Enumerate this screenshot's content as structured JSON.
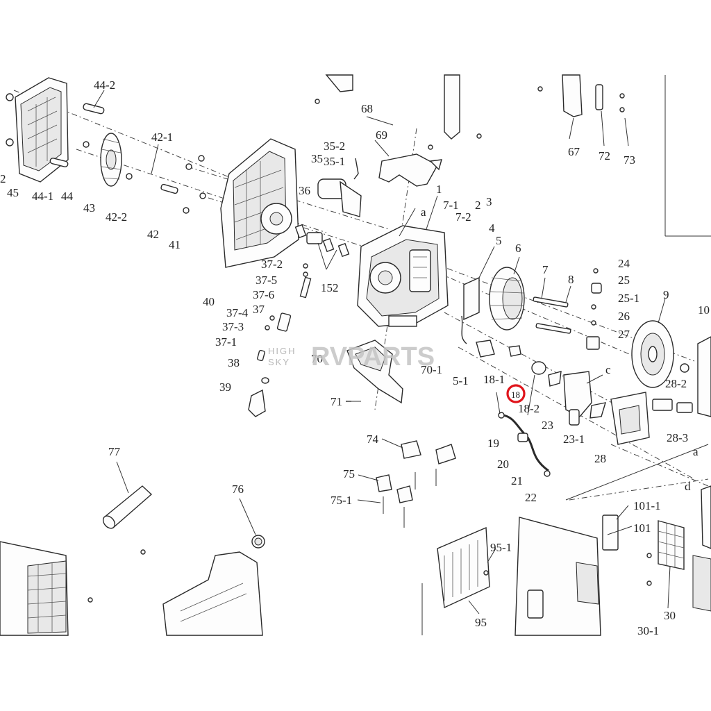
{
  "diagram": {
    "labels": [
      {
        "id": "p44_2",
        "text": "44-2"
      },
      {
        "id": "p45",
        "text": "45"
      },
      {
        "id": "p44_1",
        "text": "44-1"
      },
      {
        "id": "p44",
        "text": "44"
      },
      {
        "id": "p2a",
        "text": "2"
      },
      {
        "id": "p43",
        "text": "43"
      },
      {
        "id": "p42_1",
        "text": "42-1"
      },
      {
        "id": "p42_2",
        "text": "42-2"
      },
      {
        "id": "p42",
        "text": "42"
      },
      {
        "id": "p41",
        "text": "41"
      },
      {
        "id": "p40",
        "text": "40"
      },
      {
        "id": "p68",
        "text": "68"
      },
      {
        "id": "p69",
        "text": "69"
      },
      {
        "id": "p35_2",
        "text": "35-2"
      },
      {
        "id": "p35",
        "text": "35"
      },
      {
        "id": "p35_1",
        "text": "35-1"
      },
      {
        "id": "p36",
        "text": "36"
      },
      {
        "id": "p1",
        "text": "1"
      },
      {
        "id": "pa1",
        "text": "a"
      },
      {
        "id": "p7_1",
        "text": "7-1"
      },
      {
        "id": "p7_2",
        "text": "7-2"
      },
      {
        "id": "p2b",
        "text": "2"
      },
      {
        "id": "p3",
        "text": "3"
      },
      {
        "id": "p4",
        "text": "4"
      },
      {
        "id": "p5",
        "text": "5"
      },
      {
        "id": "p6",
        "text": "6"
      },
      {
        "id": "p7",
        "text": "7"
      },
      {
        "id": "p8",
        "text": "8"
      },
      {
        "id": "p24",
        "text": "24"
      },
      {
        "id": "p25",
        "text": "25"
      },
      {
        "id": "p25_1",
        "text": "25-1"
      },
      {
        "id": "p26",
        "text": "26"
      },
      {
        "id": "p27",
        "text": "27"
      },
      {
        "id": "p9",
        "text": "9"
      },
      {
        "id": "p10",
        "text": "10"
      },
      {
        "id": "p67",
        "text": "67"
      },
      {
        "id": "p72",
        "text": "72"
      },
      {
        "id": "p73",
        "text": "73"
      },
      {
        "id": "p37_2",
        "text": "37-2"
      },
      {
        "id": "p37_5",
        "text": "37-5"
      },
      {
        "id": "p37_6",
        "text": "37-6"
      },
      {
        "id": "p152",
        "text": "152"
      },
      {
        "id": "p37_4",
        "text": "37-4"
      },
      {
        "id": "p37",
        "text": "37"
      },
      {
        "id": "p37_3",
        "text": "37-3"
      },
      {
        "id": "p37_1",
        "text": "37-1"
      },
      {
        "id": "p38",
        "text": "38"
      },
      {
        "id": "p39",
        "text": "39"
      },
      {
        "id": "p70",
        "text": "70"
      },
      {
        "id": "p70_1",
        "text": "70-1"
      },
      {
        "id": "p71",
        "text": "71"
      },
      {
        "id": "p5_1",
        "text": "5-1"
      },
      {
        "id": "p18_1",
        "text": "18-1"
      },
      {
        "id": "p18",
        "text": "18"
      },
      {
        "id": "p18_2",
        "text": "18-2"
      },
      {
        "id": "pc",
        "text": "c"
      },
      {
        "id": "p23",
        "text": "23"
      },
      {
        "id": "p23_1",
        "text": "23-1"
      },
      {
        "id": "p28",
        "text": "28"
      },
      {
        "id": "p28_2",
        "text": "28-2"
      },
      {
        "id": "p28_3",
        "text": "28-3"
      },
      {
        "id": "pa2",
        "text": "a"
      },
      {
        "id": "pd",
        "text": "d"
      },
      {
        "id": "p19",
        "text": "19"
      },
      {
        "id": "p20",
        "text": "20"
      },
      {
        "id": "p21",
        "text": "21"
      },
      {
        "id": "p22",
        "text": "22"
      },
      {
        "id": "p74",
        "text": "74"
      },
      {
        "id": "p75",
        "text": "75"
      },
      {
        "id": "p75_1",
        "text": "75-1"
      },
      {
        "id": "p77",
        "text": "77"
      },
      {
        "id": "p76",
        "text": "76"
      },
      {
        "id": "p101_1",
        "text": "101-1"
      },
      {
        "id": "p101",
        "text": "101"
      },
      {
        "id": "p95_1",
        "text": "95-1"
      },
      {
        "id": "p95",
        "text": "95"
      },
      {
        "id": "p30",
        "text": "30"
      },
      {
        "id": "p30_1",
        "text": "30-1"
      }
    ],
    "highlighted_part": "18",
    "highlight_color": "#e0141b"
  },
  "watermark": {
    "line1": "HIGH",
    "line2": "SKY",
    "brand": "RVPARTS"
  }
}
